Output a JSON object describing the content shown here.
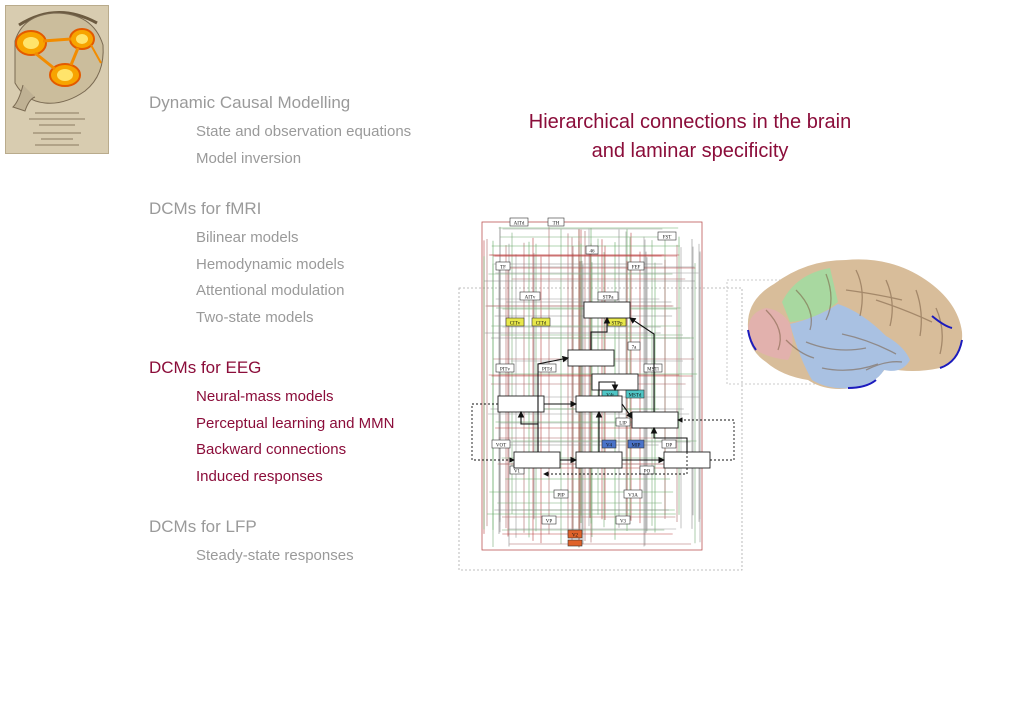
{
  "logo": {
    "icon": "phrenology-brain-activation-icon"
  },
  "outline": [
    {
      "heading": "Dynamic Causal Modelling",
      "active": false,
      "items": [
        "State and observation equations",
        "Model inversion"
      ]
    },
    {
      "heading": "DCMs for fMRI",
      "active": false,
      "items": [
        "Bilinear models",
        "Hemodynamic models",
        "Attentional modulation",
        "Two-state models"
      ]
    },
    {
      "heading": "DCMs for EEG",
      "active": true,
      "items": [
        "Neural-mass models",
        "Perceptual learning and MMN",
        "Backward connections",
        "Induced responses"
      ]
    },
    {
      "heading": "DCMs for LFP",
      "active": false,
      "items": [
        "Steady-state responses"
      ]
    }
  ],
  "title": {
    "line1": "Hierarchical connections in the brain",
    "line2": "and laminar specificity"
  },
  "diagram": {
    "labels": {
      "aitd": "AITd",
      "th": "TH",
      "n46": "46",
      "fst": "FST",
      "tf": "TF",
      "fef": "FEF",
      "aitv": "AITv",
      "stpa": "STPa",
      "cit": "CITv",
      "citd": "CITd",
      "stpp": "STPp",
      "n7a": "7a",
      "pitv": "PITv",
      "pitd": "PITd",
      "mstl": "MSTl",
      "v4t": "V4t",
      "mstd": "MSTd",
      "lip": "LIP",
      "vot": "VOT",
      "v4": "V4",
      "mip": "MIP",
      "dp": "DP",
      "pip": "PIP",
      "po": "PO",
      "v3a": "V3A",
      "vp": "VP",
      "v3": "V3",
      "v2": "V2",
      "v1": "V1"
    },
    "colors": {
      "yellow": "#e8e84a",
      "teal": "#4fc6c6",
      "blue": "#4a73c9",
      "orange": "#e0622a",
      "red": "#b33",
      "green": "#3a8a3a"
    }
  },
  "brain_image": {
    "icon": "brain-surface-icon"
  }
}
